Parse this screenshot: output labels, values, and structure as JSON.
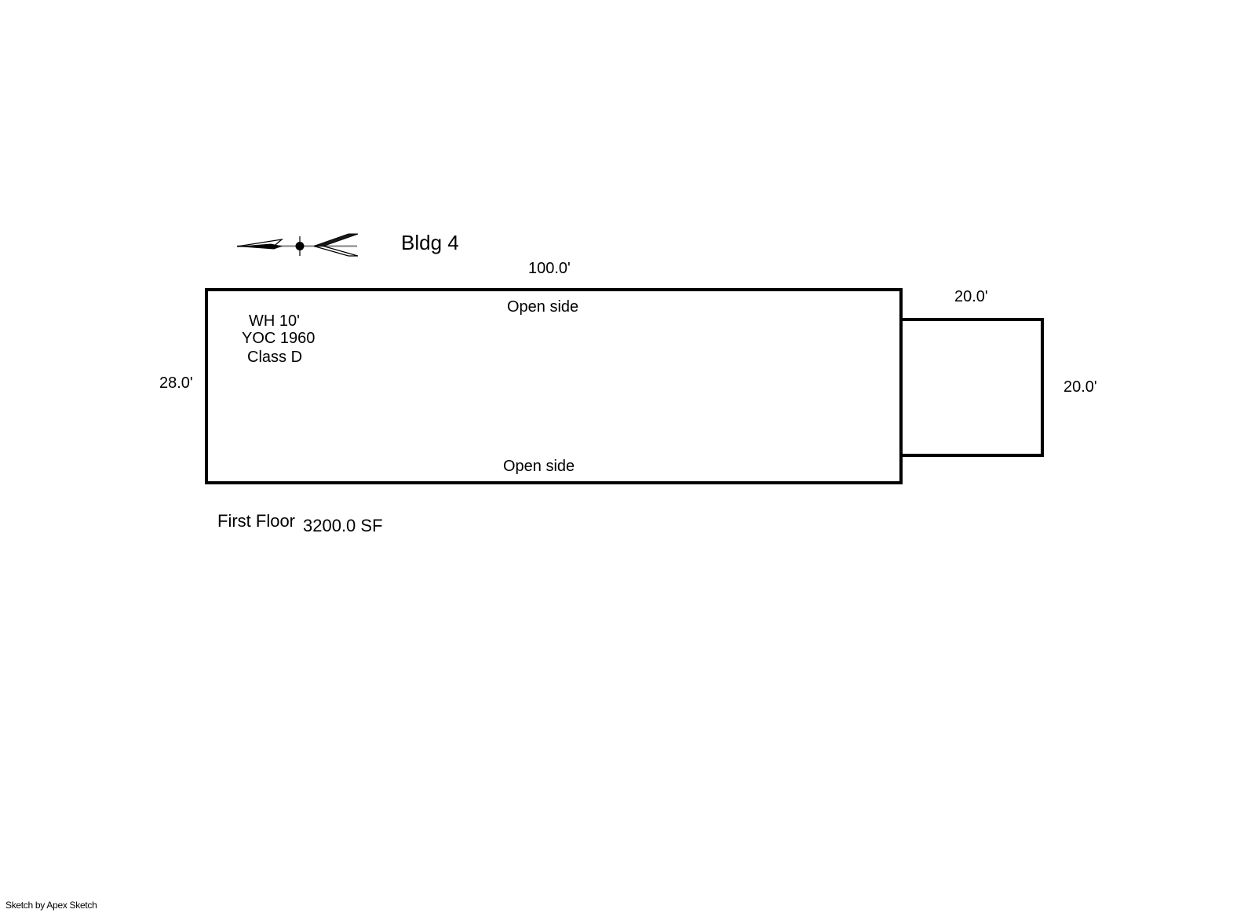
{
  "sketch": {
    "title": "Bldg 4",
    "credit": "Sketch by Apex Sketch",
    "colors": {
      "ink": "#000000",
      "background": "#ffffff",
      "shaft_gray": "#808080"
    },
    "north_arrow": "north-arrow pointing left with center pivot and fletching",
    "main_area": {
      "dim_top": "100.0'",
      "dim_left": "28.0'",
      "open_side_top": "Open side",
      "open_side_bottom": "Open side",
      "interior_lines": [
        "WH 10'",
        "YOC 1960",
        "Class D"
      ]
    },
    "extension": {
      "dim_top": "20.0'",
      "dim_right": "20.0'"
    },
    "footer": {
      "floor_label": "First Floor",
      "area_label": "3200.0 SF"
    }
  }
}
